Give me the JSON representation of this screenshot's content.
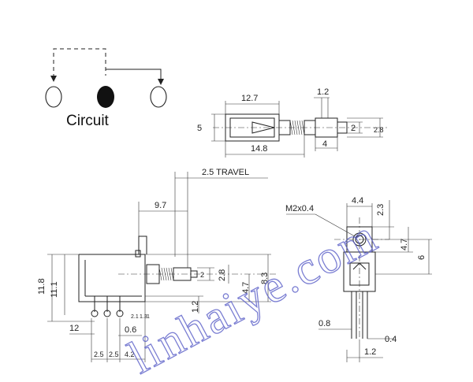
{
  "circuit": {
    "label": "Circuit"
  },
  "top_view": {
    "dims": {
      "length": "12.7",
      "overall": "14.8",
      "height": "5",
      "pin_pitch": "1.2",
      "pin_width": "2",
      "pin_height": "2.8",
      "tip": "4"
    }
  },
  "side_view": {
    "travel": "2.5 TRAVEL",
    "dims": {
      "stem_offset": "9.7",
      "height_total": "11.8",
      "height_body": "11.1",
      "stem_dia": "2",
      "stem_h": "2.8",
      "shaft_center": "4.7",
      "stem_total": "8.3",
      "base_gap": "1.2",
      "pin_offset": "12",
      "pin_width": "0.6",
      "pitch_a": "2.5",
      "pitch_b": "2.5",
      "pitch_c": "4.2",
      "small_a": "2.1",
      "small_b": "1.3",
      "small_c": "1"
    }
  },
  "end_view": {
    "thread": "M2x0.4",
    "dims": {
      "width": "4.4",
      "top": "2.3",
      "center": "4.7",
      "total": "6",
      "lead": "0.8",
      "lead_b": "0.4",
      "lead_pitch": "1.2"
    }
  },
  "watermark": {
    "text": "linhaiye.com"
  }
}
